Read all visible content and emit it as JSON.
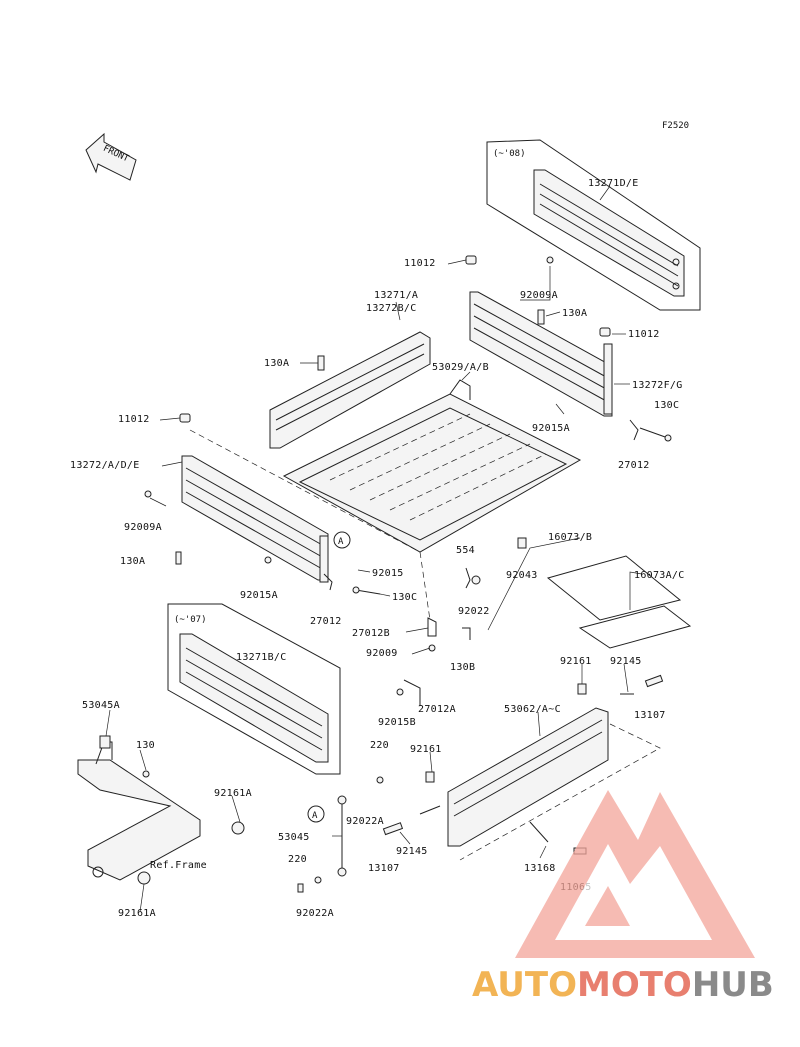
{
  "figure_code": "F2520",
  "front_label": "FRONT",
  "variant_labels": {
    "upper": "(~'08)",
    "lower": "(~'07)"
  },
  "marker_a": "A",
  "ref_frame": "Ref.Frame",
  "watermark": {
    "part1": "AUTO",
    "part2": "MOTO",
    "part3": "HUB",
    "color_red": "#e87f6f",
    "color_orange": "#f2b455",
    "color_gray": "#8a8a8a"
  },
  "parts": {
    "p13271DE": "13271D/E",
    "p11012_top": "11012",
    "p92009A_top": "92009A",
    "p13271A": "13271/A",
    "p13272BC": "13272B/C",
    "p130A_r": "130A",
    "p11012_r": "11012",
    "p130A_l": "130A",
    "p53029": "53029/A/B",
    "p13272FG": "13272F/G",
    "p130C_r": "130C",
    "p11012_l": "11012",
    "p92015A_r": "92015A",
    "p13272ADE": "13272/A/D/E",
    "p27012_r": "27012",
    "p92009A_l": "92009A",
    "p16073B": "16073/B",
    "p554": "554",
    "p130A_b": "130A",
    "p92043": "92043",
    "p16073AC": "16073A/C",
    "p92015": "92015",
    "p92015A_l": "92015A",
    "p130C_l": "130C",
    "p92022": "92022",
    "p27012_l": "27012",
    "p27012B": "27012B",
    "p92009": "92009",
    "p130B": "130B",
    "p13271BC": "13271B/C",
    "p27012A": "27012A",
    "p92015B": "92015B",
    "p92161_r": "92161",
    "p92145_r": "92145",
    "p53045A": "53045A",
    "p53062": "53062/A~C",
    "p13107_r": "13107",
    "p130": "130",
    "p220_t": "220",
    "p92161_m": "92161",
    "p92161A_t": "92161A",
    "p92022A_t": "92022A",
    "p53045": "53045",
    "p92145_l": "92145",
    "p220_b": "220",
    "p13107_l": "13107",
    "p13168": "13168",
    "p11065": "11065",
    "p92161A_b": "92161A",
    "p92022A_b": "92022A"
  }
}
